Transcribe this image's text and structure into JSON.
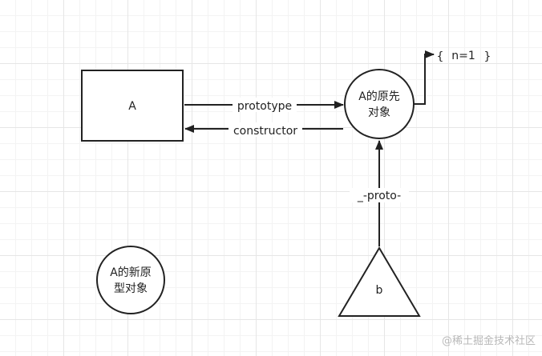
{
  "nodes": {
    "a": {
      "label": "A"
    },
    "a_proto": {
      "line1": "A的原先",
      "line2": "对象"
    },
    "a_new_proto": {
      "line1": "A的新原",
      "line2": "型对象"
    },
    "b": {
      "label": "b"
    },
    "obj": {
      "open": "{",
      "content": "n=1",
      "close": "}"
    }
  },
  "edges": {
    "prototype": "prototype",
    "constructor": "constructor",
    "proto": "_-proto-"
  },
  "watermark": "@稀土掘金技术社区",
  "colors": {
    "stroke": "#222222",
    "grid": "#e6e6e6",
    "watermark": "#b8b8b8"
  }
}
